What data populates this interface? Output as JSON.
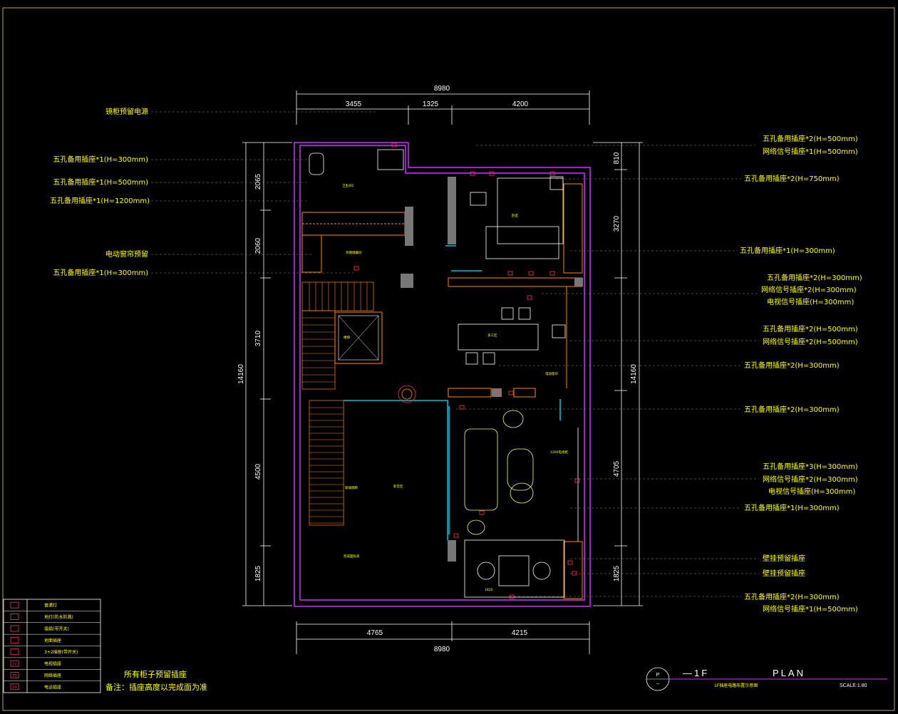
{
  "dimensions": {
    "top_total": "8980",
    "top_segments": [
      "3455",
      "1325",
      "4200"
    ],
    "bottom_segments": [
      "4765",
      "4215"
    ],
    "bottom_total": "8980",
    "left_total": "14160",
    "left_segments": [
      "2065",
      "2060",
      "3710",
      "4500",
      "1825"
    ],
    "right_total": "14160",
    "right_segments": [
      "810",
      "3270",
      "4705",
      "1825"
    ]
  },
  "left_callouts": [
    "镜柜预留电源",
    "五孔备用插座*1(H=300mm)",
    "五孔备用插座*1(H=500mm)",
    "五孔备用插座*1(H=1200mm)",
    "电动窗帘预留",
    "五孔备用插座*1(H=300mm)"
  ],
  "right_callouts": [
    "五孔备用插座*2(H=500mm)",
    "网络信号插座*1(H=500mm)",
    "五孔备用插座*2(H=750mm)",
    "五孔备用插座*1(H=300mm)",
    "五孔备用插座*2(H=300mm)",
    "网络信号插座*2(H=300mm)",
    "电视信号插座(H=300mm)",
    "五孔备用插座*2(H=500mm)",
    "网络信号插座*2(H=500mm)",
    "五孔备用插座*2(H=300mm)",
    "五孔备用插座*2(H=300mm)",
    "五孔备用插座*3(H=300mm)",
    "网络信号插座*2(H=300mm)",
    "电视信号插座(H=300mm)",
    "五孔备用插座*1(H=300mm)",
    "壁挂预留插座",
    "壁挂预留插座",
    "五孔备用插座*2(H=300mm)",
    "网络信号插座*1(H=500mm)"
  ],
  "legend": {
    "rows": [
      "普通灯",
      "地灯(防水防溅)",
      "墙插(带开关)",
      "地面插座",
      "3+2插座(带开关)",
      "电视插座",
      "网络插座",
      "电话插座"
    ],
    "icons": [
      "socket-icon",
      "envelope-icon",
      "wall-socket-icon",
      "floor-socket-icon",
      "combo-socket-icon",
      "tv-socket-icon",
      "network-socket-icon",
      "phone-socket-icon"
    ],
    "icon_labels": [
      "",
      "",
      "",
      "",
      "",
      "TV",
      "TO",
      "TP"
    ]
  },
  "notes": {
    "line1": "所有柜子预留插座",
    "line2": "备注：插座高度以完成面为准"
  },
  "title_block": {
    "symbol_top": "P",
    "symbol_bottom": "--",
    "level": "—1F",
    "plan_word": "PLAN",
    "drawing_name": "1F插座电路布置示意图",
    "scale": "SCALE:1.80"
  },
  "room_labels": {
    "bath": "卫生间2",
    "cloak": "衣帽储藏间",
    "bedroom": "卧室",
    "stair_void": "楼梯",
    "work_table": "多工区",
    "tv_note": "1200电视柜",
    "curtain_note": "电动窗帘",
    "glass_note": "玻璃隔断",
    "cinema": "影音区",
    "level_note": "完成面标高",
    "dining_note": "1820"
  },
  "colors": {
    "background": "#000000",
    "wall": "#cc33ff",
    "dim": "#ffffff",
    "text": "#ffff00",
    "orange": "#ff8800",
    "red": "#ff3333",
    "cyan": "#00e5ff",
    "gray": "#777777"
  }
}
